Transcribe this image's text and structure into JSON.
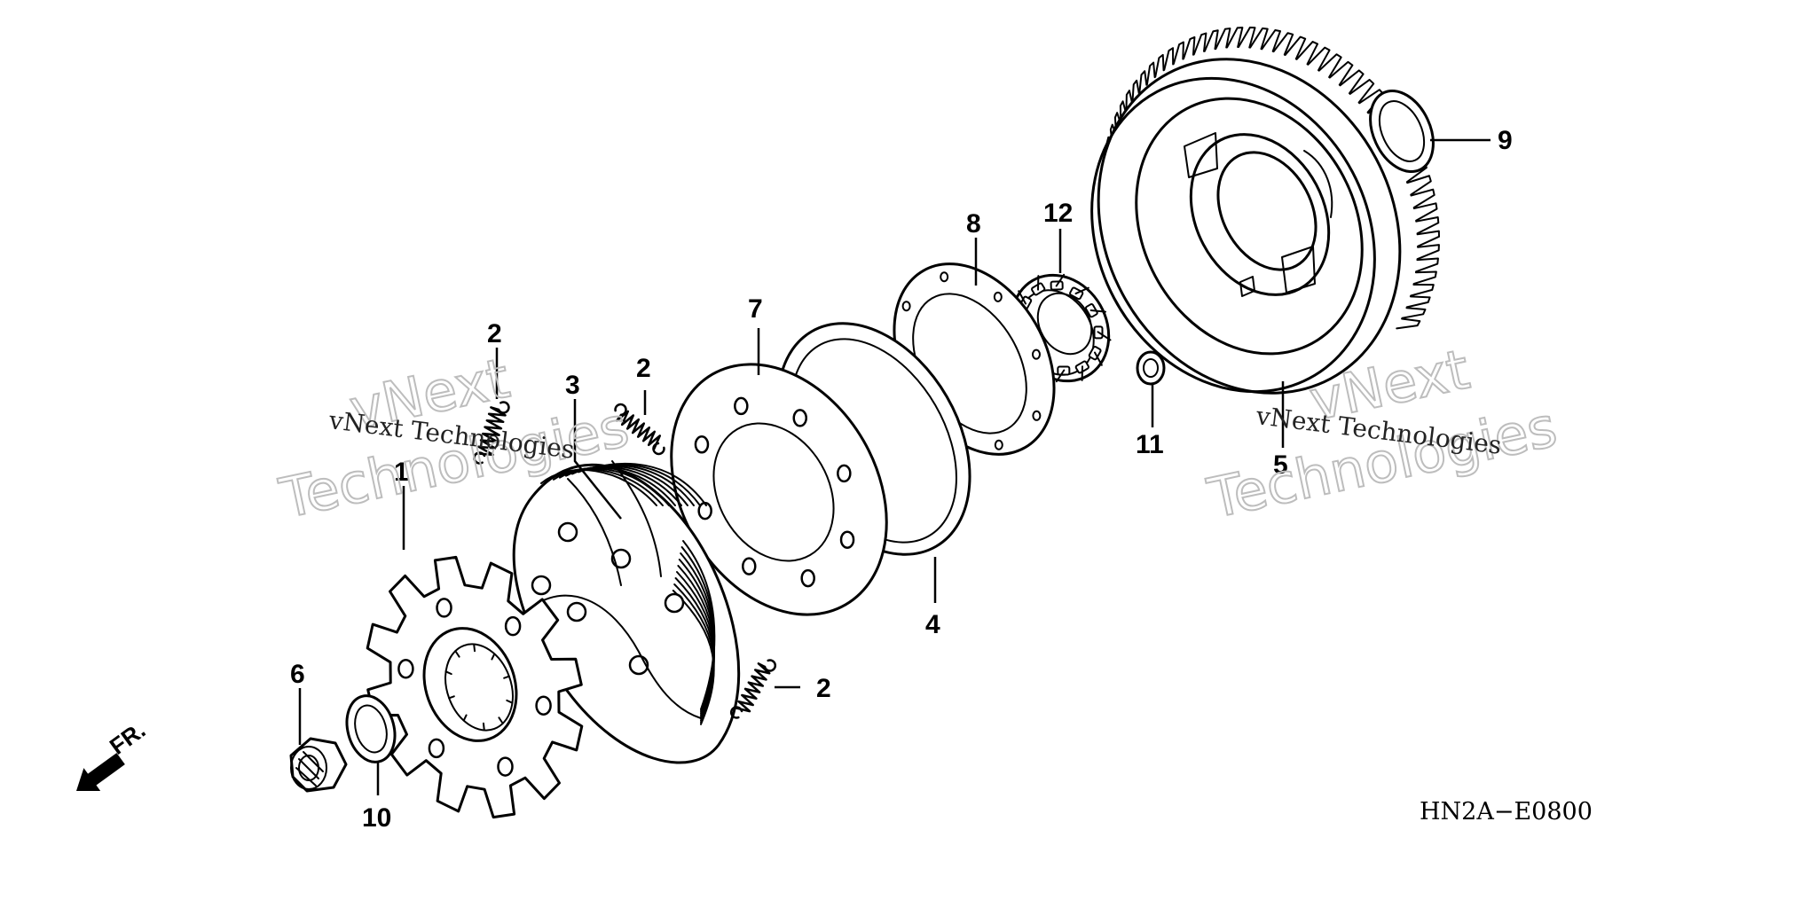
{
  "diagram": {
    "code": "HN2A−E0800",
    "direction_label": "FR.",
    "watermark": {
      "line1": "vNext",
      "line2": "Technologies",
      "small": "vNext Technologies"
    },
    "callouts": [
      {
        "id": "c2a",
        "label": "2"
      },
      {
        "id": "c2b",
        "label": "2"
      },
      {
        "id": "c2c",
        "label": "2"
      },
      {
        "id": "c3",
        "label": "3"
      },
      {
        "id": "c1",
        "label": "1"
      },
      {
        "id": "c6",
        "label": "6"
      },
      {
        "id": "c10",
        "label": "10"
      },
      {
        "id": "c7",
        "label": "7"
      },
      {
        "id": "c4",
        "label": "4"
      },
      {
        "id": "c8",
        "label": "8"
      },
      {
        "id": "c12",
        "label": "12"
      },
      {
        "id": "c11",
        "label": "11"
      },
      {
        "id": "c5",
        "label": "5"
      },
      {
        "id": "c9",
        "label": "9"
      }
    ]
  }
}
